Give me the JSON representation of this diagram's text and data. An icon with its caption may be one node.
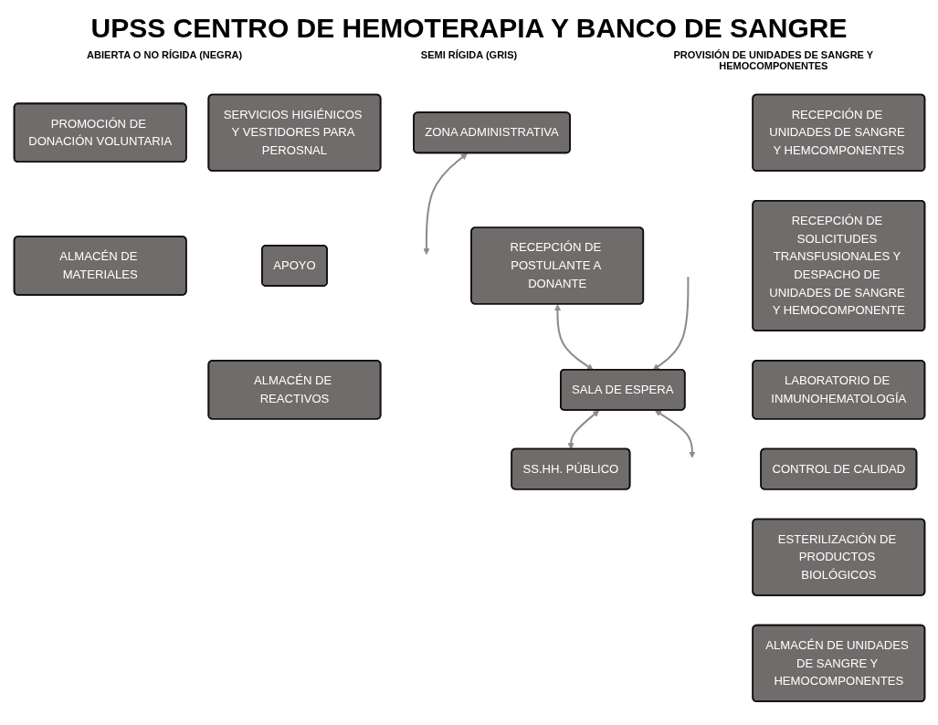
{
  "diagram": {
    "title": "UPSS CENTRO DE HEMOTERAPIA Y BANCO DE SANGRE",
    "nodes": [
      {
        "text": [
          "ZONA ADMINISTRATIVA"
        ]
      },
      {
        "text": [
          "RECEPCIÓN DE POSTULANTE A DONANTE"
        ]
      },
      {
        "text": [
          "SALA DE ESPERA"
        ]
      },
      {
        "text": [
          "SS.HH. PÚBLICO"
        ]
      },
      {
        "text": [
          "PROMOCIÓN DE DONACIÓN VOLUNTARIA"
        ]
      },
      {
        "text": [
          "SERVICIOS HIGIÉNICOS Y VESTIDORES PARA PEROSNAL"
        ]
      },
      {
        "text": [
          "ALMACÉN DE MATERIALES"
        ]
      },
      {
        "text": [
          "APOYO"
        ]
      },
      {
        "text": [
          "ALMACÉN DE REACTIVOS"
        ]
      },
      {
        "text": [
          "RECEPCIÓN DE UNIDADES DE SANGRE Y HEMCOMPONENTES"
        ]
      },
      {
        "text": [
          "RECEPCIÓN DE SOLICITUDES TRANSFUSIONALES Y DESPACHO DE UNIDADES DE SANGRE Y HEMOCOMPONENTE"
        ]
      },
      {
        "text": [
          "LABORATORIO DE INMUNOHEMATOLOGÍA"
        ]
      },
      {
        "text": [
          "CONTROL DE CALIDAD"
        ]
      },
      {
        "text": [
          "ESTERILIZACIÓN DE PRODUCTOS BIOLÓGICOS"
        ]
      },
      {
        "text": [
          "ALMACÉN DE UNIDADES DE SANGRE Y HEMOCOMPONENTES"
        ]
      }
    ],
    "edges": [
      {
        "from": null,
        "to": 2,
        "arrow": "to"
      },
      {
        "from": 1,
        "to": 2,
        "arrow": "both"
      },
      {
        "from": 2,
        "to": 3,
        "arrow": "both"
      },
      {
        "from": 0,
        "to": null,
        "arrow": "both"
      },
      {
        "from": 2,
        "to": null,
        "arrow": "both"
      }
    ],
    "labels": [
      "ABIERTA O NO RÍGIDA (NEGRA)",
      "SEMI RÍGIDA (GRIS)",
      "PROVISIÓN DE UNIDADES DE SANGRE Y HEMOCOMPONENTES"
    ]
  }
}
